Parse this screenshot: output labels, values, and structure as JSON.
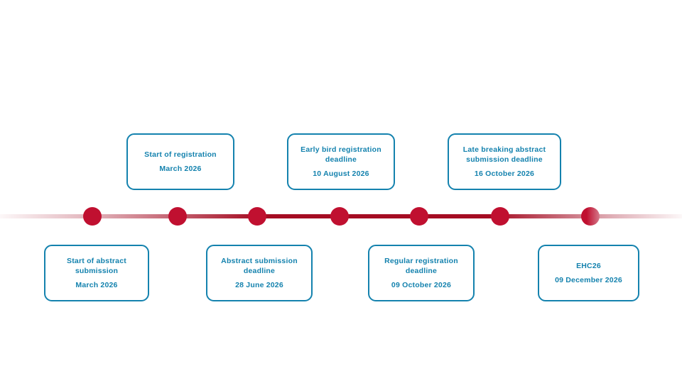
{
  "timeline": {
    "colors": {
      "line_red": "#a50d23",
      "dot_red": "#c01030",
      "box_blue": "#1482ae"
    },
    "events": [
      {
        "title": "Start of abstract submission",
        "date": "March 2026",
        "position": "below"
      },
      {
        "title": "Start of registration",
        "date": "March 2026",
        "position": "above"
      },
      {
        "title": "Abstract submission deadline",
        "date": "28 June 2026",
        "position": "below"
      },
      {
        "title": "Early bird registration deadline",
        "date": "10 August 2026",
        "position": "above"
      },
      {
        "title": "Regular registration deadline",
        "date": "09 October 2026",
        "position": "below"
      },
      {
        "title": "Late breaking abstract submission deadline",
        "date": "16 October 2026",
        "position": "above"
      },
      {
        "title": "EHC26",
        "date": "09 December 2026",
        "position": "below"
      }
    ]
  }
}
